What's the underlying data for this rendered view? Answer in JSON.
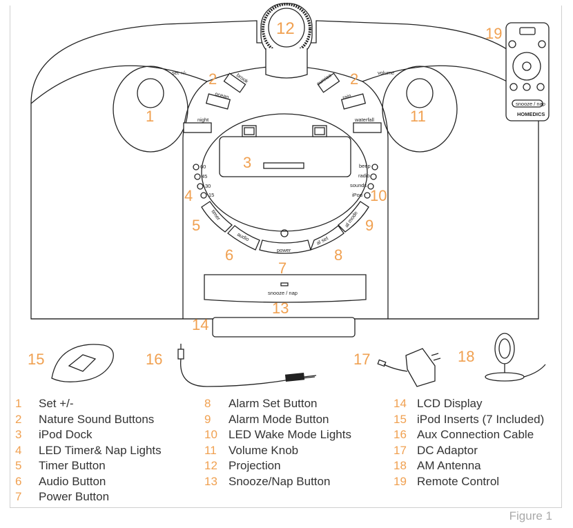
{
  "callouts": [
    "1",
    "2",
    "2",
    "3",
    "4",
    "5",
    "6",
    "7",
    "8",
    "9",
    "10",
    "11",
    "12",
    "13",
    "14",
    "15",
    "16",
    "17",
    "18",
    "19"
  ],
  "device_labels": {
    "set": "set +/-",
    "volume": "volume",
    "brook": "brook",
    "ocean": "ocean",
    "night": "night",
    "sunrise": "sunrise",
    "rain": "rain",
    "waterfall": "waterfall",
    "timer": "timer",
    "audio": "audio",
    "power": "power",
    "al_set": "al set",
    "al_mode": "al mode",
    "snooze": "snooze / nap",
    "timer_60": "60",
    "timer_45": "45",
    "timer_30": "30",
    "timer_15": "15",
    "beep": "beep",
    "radio": "radio",
    "sounds": "sounds",
    "ipod": "iPod",
    "remote_snooze": "snooze / nap",
    "remote_brand": "HOMEDICS"
  },
  "legend": {
    "col1": [
      {
        "num": "1",
        "label": "Set +/-"
      },
      {
        "num": "2",
        "label": "Nature Sound Buttons"
      },
      {
        "num": "3",
        "label": "iPod Dock"
      },
      {
        "num": "4",
        "label": "LED Timer& Nap Lights"
      },
      {
        "num": "5",
        "label": "Timer Button"
      },
      {
        "num": "6",
        "label": "Audio Button"
      },
      {
        "num": "7",
        "label": "Power Button"
      }
    ],
    "col2": [
      {
        "num": "8",
        "label": "Alarm Set Button"
      },
      {
        "num": "9",
        "label": "Alarm Mode Button"
      },
      {
        "num": "10",
        "label": "LED Wake Mode Lights"
      },
      {
        "num": "11",
        "label": "Volume Knob"
      },
      {
        "num": "12",
        "label": "Projection"
      },
      {
        "num": "13",
        "label": "Snooze/Nap Button"
      }
    ],
    "col3": [
      {
        "num": "14",
        "label": "LCD Display"
      },
      {
        "num": "15",
        "label": "iPod Inserts (7 Included)"
      },
      {
        "num": "16",
        "label": "Aux Connection Cable"
      },
      {
        "num": "17",
        "label": "DC Adaptor"
      },
      {
        "num": "18",
        "label": "AM Antenna"
      },
      {
        "num": "19",
        "label": "Remote Control"
      }
    ]
  },
  "caption": "Figure 1",
  "colors": {
    "callout": "#f0a050",
    "line": "#222222",
    "legend_text": "#333333",
    "caption": "#a9a9a9"
  }
}
